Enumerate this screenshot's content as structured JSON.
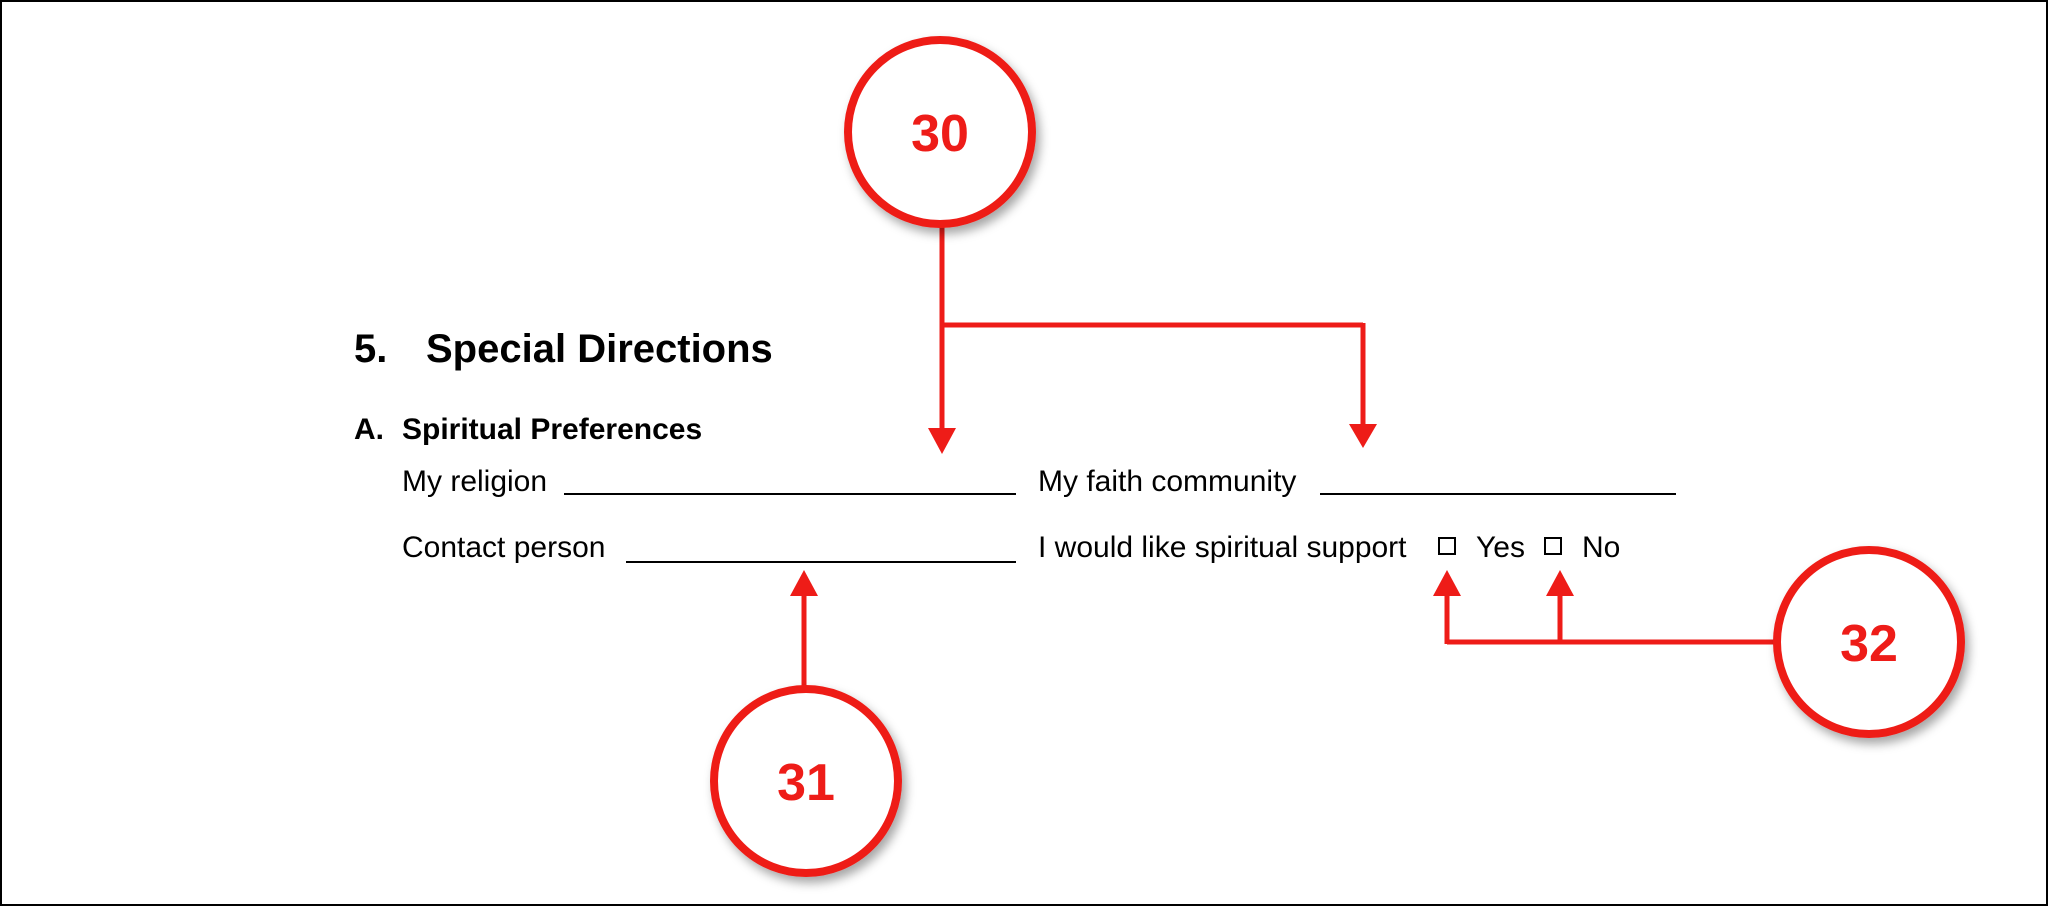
{
  "section": {
    "number": "5.",
    "title": "Special Directions",
    "subsection": {
      "letter": "A.",
      "title": "Spiritual Preferences",
      "fields": {
        "religion_label": "My religion",
        "religion_value": "",
        "faith_community_label": "My faith community",
        "faith_community_value": "",
        "contact_person_label": "Contact person",
        "contact_person_value": "",
        "support_label": "I would like spiritual support",
        "yes_label": "Yes",
        "no_label": "No",
        "yes_checked": false,
        "no_checked": false
      }
    }
  },
  "callouts": [
    {
      "number": "30"
    },
    {
      "number": "31"
    },
    {
      "number": "32"
    }
  ],
  "colors": {
    "callout": "#ee1c18",
    "text": "#000000",
    "background": "#ffffff"
  }
}
